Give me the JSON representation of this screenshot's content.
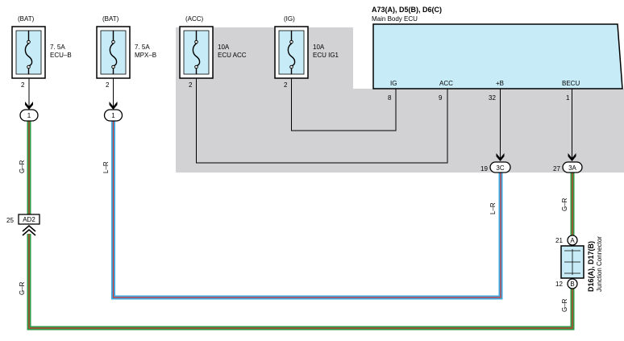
{
  "colors": {
    "shade": "#d2d2d4",
    "ecu_fill": "#c7ecf7",
    "fuse_fill": "#c7ecf7",
    "wire_green": "#2e9a47",
    "wire_red": "#d8342c",
    "wire_blue": "#3fa9e0",
    "wire_black": "#000000"
  },
  "fuses": [
    {
      "source": "(BAT)",
      "rating": "7. 5A",
      "name": "ECU–B",
      "pin": "2"
    },
    {
      "source": "(BAT)",
      "rating": "7. 5A",
      "name": "MPX–B",
      "pin": "2"
    },
    {
      "source": "(ACC)",
      "rating": "10A",
      "name": "ECU ACC",
      "pin": "2"
    },
    {
      "source": "(IG)",
      "rating": "10A",
      "name": "ECU IG1",
      "pin": "2"
    }
  ],
  "ecu": {
    "code": "A73(A), D5(B), D6(C)",
    "name": "Main Body ECU",
    "terminals": [
      {
        "label": "IG",
        "pin": "8"
      },
      {
        "label": "ACC",
        "pin": "9"
      },
      {
        "label": "+B",
        "pin": "32"
      },
      {
        "label": "BECU",
        "pin": "1"
      }
    ]
  },
  "connectors": {
    "fuse1": "1",
    "fuse2": "1",
    "ad2": {
      "code": "AD2",
      "pin": "25"
    },
    "c3c": {
      "code": "3C",
      "pin": "19"
    },
    "c3a": {
      "code": "3A",
      "pin": "27"
    }
  },
  "wires": {
    "gr": "G–R",
    "lr": "L–R"
  },
  "junction": {
    "code": "D16(A), D17(B)",
    "name": "Junction Connector",
    "a_label": "A",
    "a_pin": "21",
    "b_label": "B",
    "b_pin": "12"
  }
}
